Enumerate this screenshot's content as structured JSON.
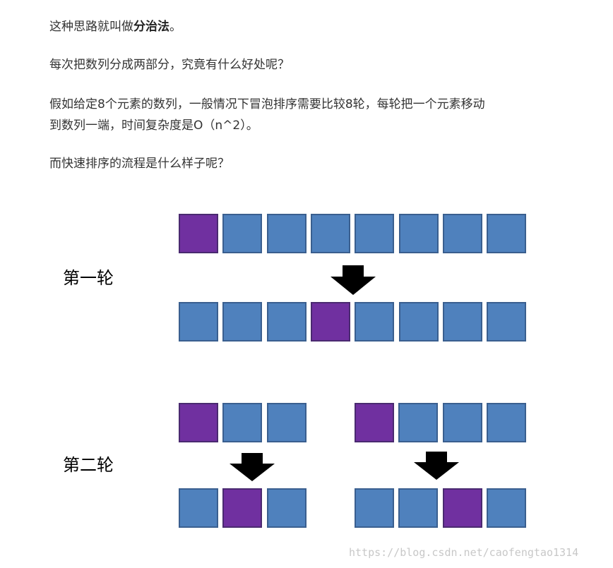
{
  "text": {
    "line1_prefix": "这种思路就叫做",
    "line1_bold": "分治法",
    "line1_suffix": "。",
    "line2": "每次把数列分成两部分，究竟有什么好处呢？",
    "line3a": "假如给定8个元素的数列，一般情况下冒泡排序需要比较8轮，每轮把一个元素移动",
    "line3b": "到数列一端，时间复杂度是O（n^2）。",
    "line4": "而快速排序的流程是什么样子呢？"
  },
  "diagram": {
    "round1_label": "第一轮",
    "round2_label": "第二轮",
    "colors": {
      "element": "#4f81bd",
      "pivot": "#7030a0",
      "arrow": "#000000"
    },
    "round1": {
      "before": [
        "pivot",
        "element",
        "element",
        "element",
        "element",
        "element",
        "element",
        "element"
      ],
      "after": [
        "element",
        "element",
        "element",
        "pivot",
        "element",
        "element",
        "element",
        "element"
      ]
    },
    "round2": {
      "left_before": [
        "pivot",
        "element",
        "element"
      ],
      "left_after": [
        "element",
        "pivot",
        "element"
      ],
      "right_before": [
        "pivot",
        "element",
        "element",
        "element"
      ],
      "right_after": [
        "element",
        "element",
        "pivot",
        "element"
      ]
    }
  },
  "watermark": "https://blog.csdn.net/caofengtao1314"
}
